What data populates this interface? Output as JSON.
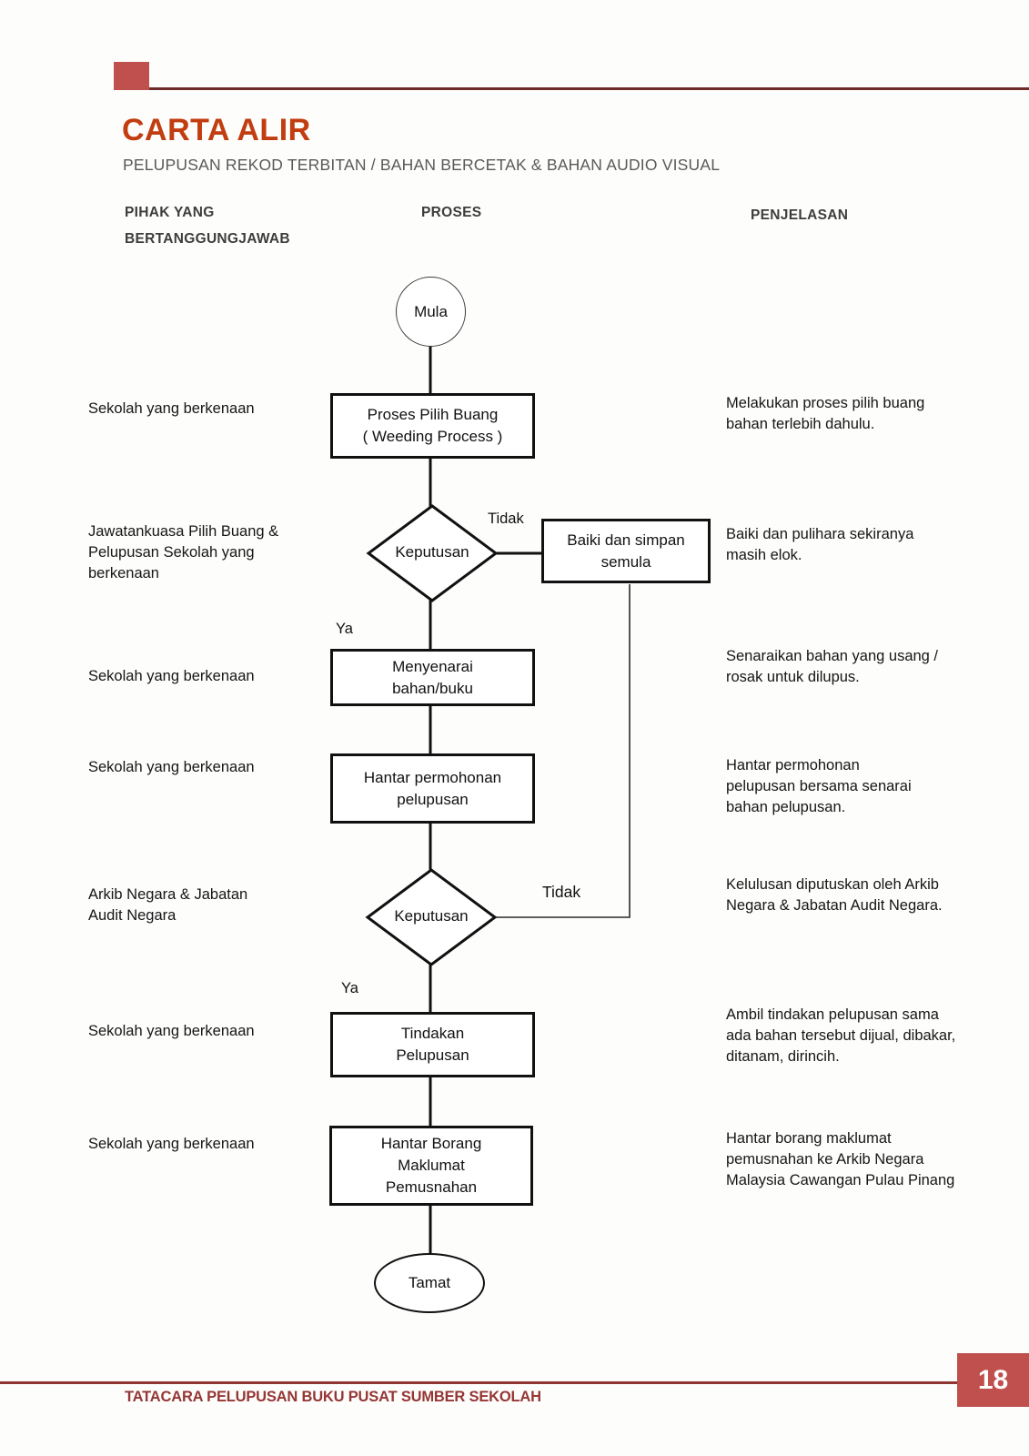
{
  "page": {
    "title": "CARTA ALIR",
    "subtitle": "PELUPUSAN REKOD TERBITAN / BAHAN BERCETAK & BAHAN AUDIO VISUAL",
    "footer_title": "TATACARA PELUPUSAN BUKU PUSAT SUMBER SEKOLAH",
    "page_number": "18"
  },
  "headers": {
    "responsible_line1": "PIHAK YANG",
    "responsible_line2": "BERTANGGUNGJAWAB",
    "process": "PROSES",
    "explanation": "PENJELASAN"
  },
  "flow": {
    "start": "Mula",
    "end": "Tamat",
    "nodes": {
      "weeding": "Proses Pilih Buang\n( Weeding Process )",
      "decision1": "Keputusan",
      "repair": "Baiki dan simpan\nsemula",
      "list": "Menyenarai\nbahan/buku",
      "apply": "Hantar permohonan\npelupusan",
      "decision2": "Keputusan",
      "action": "Tindakan\nPelupusan",
      "form": "Hantar Borang\nMaklumat\nPemusnahan"
    },
    "labels": {
      "yes": "Ya",
      "no": "Tidak"
    }
  },
  "responsible": [
    "Sekolah yang berkenaan",
    "Jawatankuasa Pilih Buang &\nPelupusan Sekolah yang\nberkenaan",
    "Sekolah yang berkenaan",
    "Sekolah yang berkenaan",
    "Arkib Negara & Jabatan\nAudit Negara",
    "Sekolah yang berkenaan",
    "Sekolah yang berkenaan"
  ],
  "explanations": [
    "Melakukan proses pilih buang\nbahan terlebih dahulu.",
    "Baiki dan pulihara sekiranya\nmasih elok.",
    "Senaraikan bahan yang usang /\nrosak untuk dilupus.",
    "Hantar permohonan\npelupusan bersama senarai\nbahan pelupusan.",
    "Kelulusan diputuskan oleh Arkib\nNegara & Jabatan Audit Negara.",
    "Ambil tindakan pelupusan sama\nada bahan tersebut dijual, dibakar,\nditanam, dirincih.",
    "Hantar borang maklumat\npemusnahan ke Arkib Negara\nMalaysia Cawangan Pulau Pinang"
  ],
  "colors": {
    "accent_red": "#c0504d",
    "title_orange": "#c23d0f",
    "header_line_maroon": "#6e2b29",
    "footer_red": "#943634",
    "flow_stroke": "#111111"
  }
}
